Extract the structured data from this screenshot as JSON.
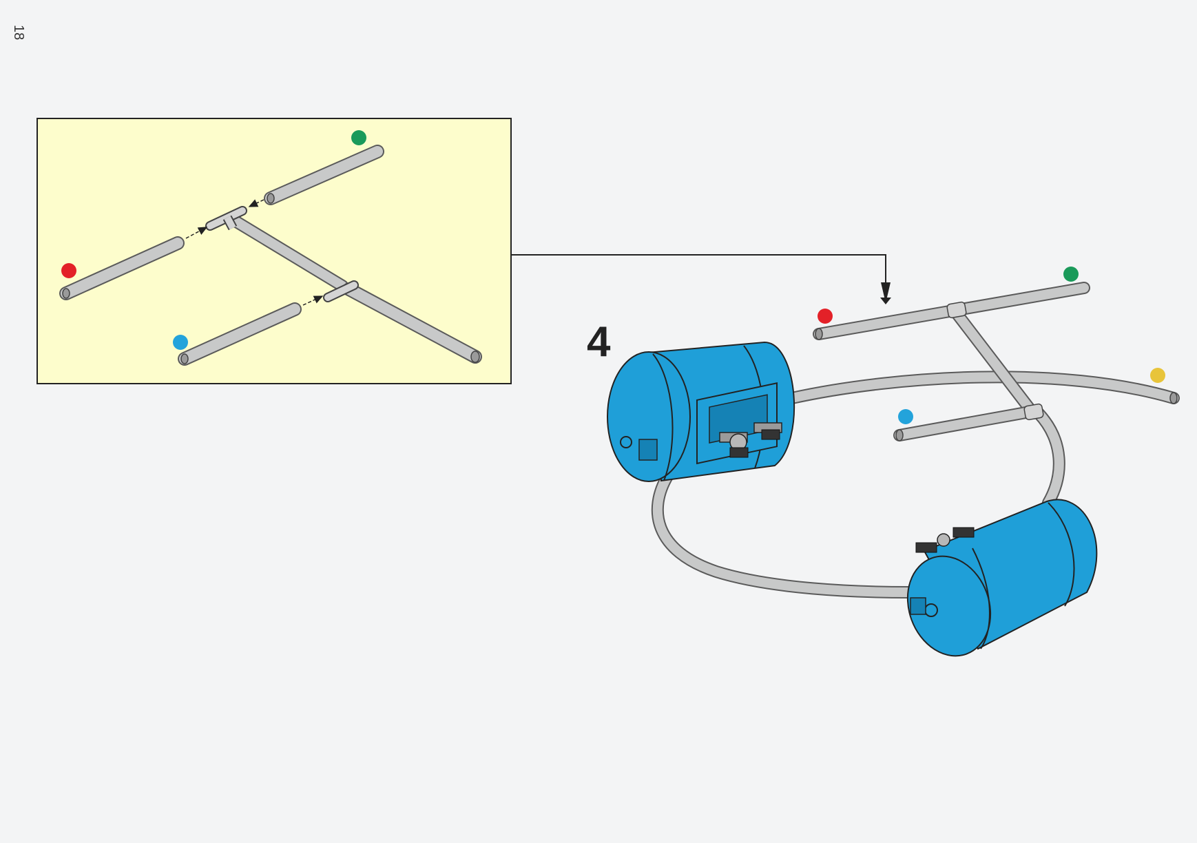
{
  "page": {
    "number": "18"
  },
  "step": {
    "number": "4"
  },
  "colors": {
    "page_background": "#f3f4f5",
    "inset_background": "#fdfdcc",
    "tube": "#c8c9c9",
    "tube_outline": "#5a5a5a",
    "tank": "#1f9fd8",
    "tank_dark": "#1582b5",
    "marker_red": "#e32128",
    "marker_green": "#1a9a5a",
    "marker_blue": "#23a3db",
    "marker_yellow": "#e8c43a"
  },
  "inset": {
    "markers": [
      "red",
      "green",
      "blue"
    ]
  },
  "assembly": {
    "markers": [
      "red",
      "green",
      "blue",
      "yellow"
    ]
  }
}
